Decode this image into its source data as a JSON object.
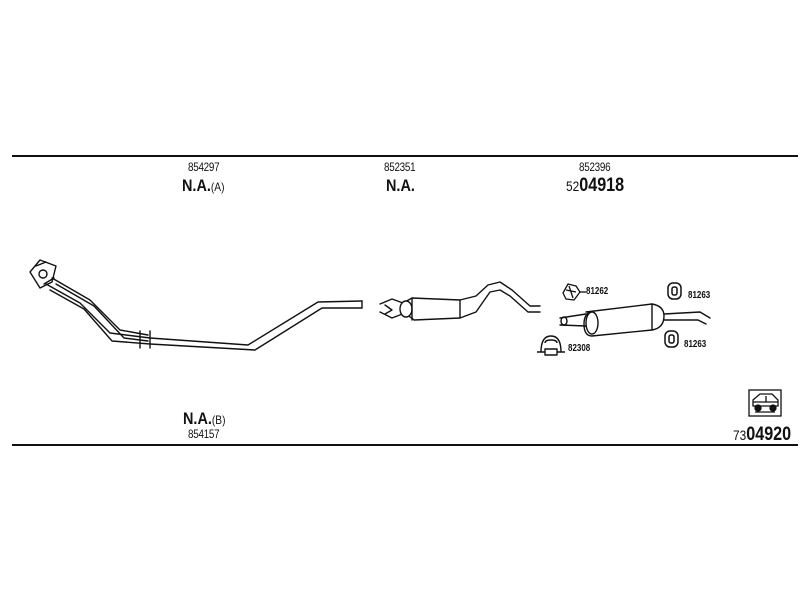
{
  "parts": {
    "front": {
      "part_no": "854297",
      "na": "N.A.",
      "na_suffix": "(A)"
    },
    "middle": {
      "part_no": "852351",
      "na": "N.A."
    },
    "rear": {
      "part_no": "852396",
      "ref_prefix": "52",
      "ref_main": "04918"
    },
    "front_b": {
      "na": "N.A.",
      "na_suffix": "(B)",
      "part_no": "854157"
    }
  },
  "hardware": {
    "rubber_mount": "81262",
    "hanger_top": "81263",
    "hanger_bottom": "81263",
    "clamp": "82308"
  },
  "diagram_ref": {
    "prefix": "73",
    "main": "04920"
  },
  "icons": [
    "exhaust-pipe-front-icon",
    "middle-silencer-icon",
    "rear-silencer-icon",
    "rubber-mount-icon",
    "hanger-ring-icon",
    "clamp-icon",
    "vehicle-diagram-icon"
  ]
}
